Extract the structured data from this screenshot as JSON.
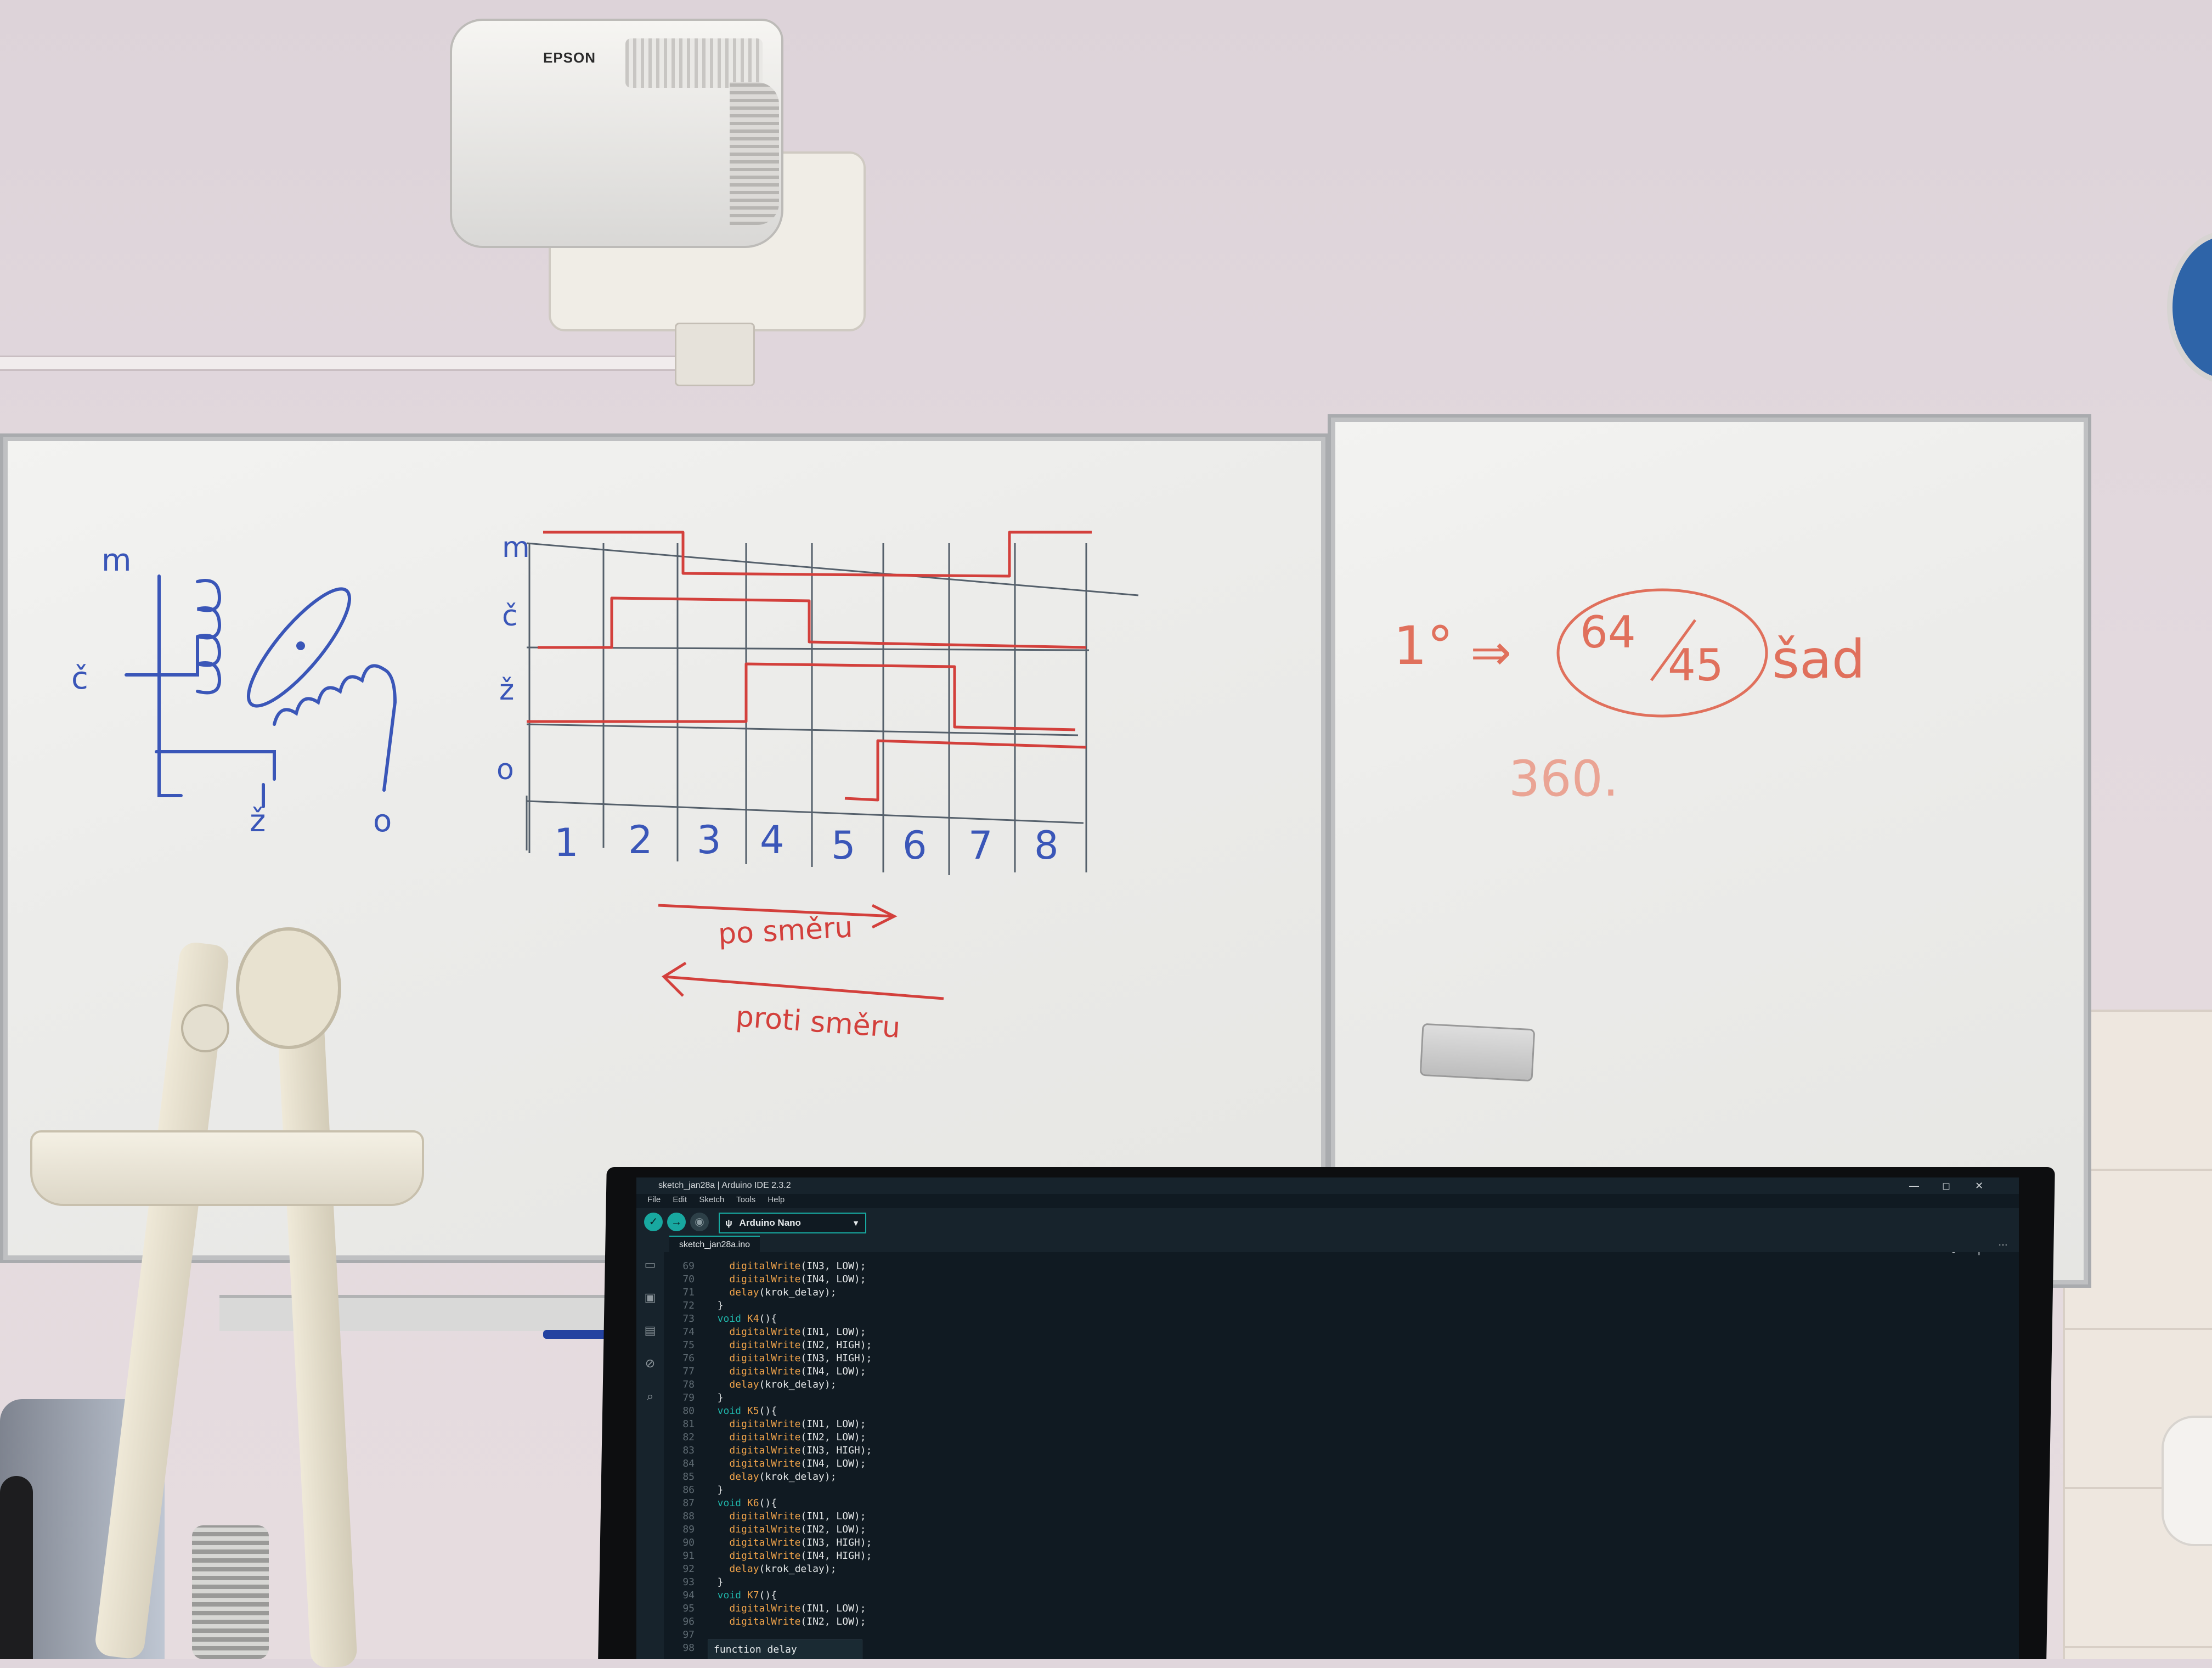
{
  "projector": {
    "brand": "EPSON"
  },
  "whiteboard_left": {
    "coil_labels": [
      "m",
      "č",
      "ž",
      "o"
    ],
    "timing_rows": [
      "m",
      "č",
      "ž",
      "o"
    ],
    "steps": [
      "1",
      "2",
      "3",
      "4",
      "5",
      "6",
      "7",
      "8"
    ],
    "forward_label": "po směru",
    "reverse_label": "proti směru"
  },
  "whiteboard_right": {
    "line1_left": "1°",
    "line1_arrow": "⇒",
    "fraction_numerator": "64",
    "fraction_denominator": "45",
    "unit": "šad",
    "line2": "360."
  },
  "ide": {
    "window_title": "sketch_jan28a | Arduino IDE 2.3.2",
    "menu": [
      "File",
      "Edit",
      "Sketch",
      "Tools",
      "Help"
    ],
    "board": "Arduino Nano",
    "tab": "sketch_jan28a.ino",
    "code_lines": [
      {
        "n": "69",
        "parts": [
          [
            "fn",
            "    digitalWrite"
          ],
          [
            "tx",
            "(IN3, LOW);"
          ]
        ]
      },
      {
        "n": "70",
        "parts": [
          [
            "fn",
            "    digitalWrite"
          ],
          [
            "tx",
            "(IN4, LOW);"
          ]
        ]
      },
      {
        "n": "71",
        "parts": [
          [
            "fn",
            "    delay"
          ],
          [
            "tx",
            "(krok_delay);"
          ]
        ]
      },
      {
        "n": "72",
        "parts": [
          [
            "tx",
            "  }"
          ]
        ]
      },
      {
        "n": "73",
        "parts": [
          [
            "kw",
            "  void "
          ],
          [
            "fn",
            "K4"
          ],
          [
            "tx",
            "(){"
          ]
        ]
      },
      {
        "n": "74",
        "parts": [
          [
            "fn",
            "    digitalWrite"
          ],
          [
            "tx",
            "(IN1, LOW);"
          ]
        ]
      },
      {
        "n": "75",
        "parts": [
          [
            "fn",
            "    digitalWrite"
          ],
          [
            "tx",
            "(IN2, HIGH);"
          ]
        ]
      },
      {
        "n": "76",
        "parts": [
          [
            "fn",
            "    digitalWrite"
          ],
          [
            "tx",
            "(IN3, HIGH);"
          ]
        ]
      },
      {
        "n": "77",
        "parts": [
          [
            "fn",
            "    digitalWrite"
          ],
          [
            "tx",
            "(IN4, LOW);"
          ]
        ]
      },
      {
        "n": "78",
        "parts": [
          [
            "fn",
            "    delay"
          ],
          [
            "tx",
            "(krok_delay);"
          ]
        ]
      },
      {
        "n": "79",
        "parts": [
          [
            "tx",
            "  }"
          ]
        ]
      },
      {
        "n": "80",
        "parts": [
          [
            "kw",
            "  void "
          ],
          [
            "fn",
            "K5"
          ],
          [
            "tx",
            "(){"
          ]
        ]
      },
      {
        "n": "81",
        "parts": [
          [
            "fn",
            "    digitalWrite"
          ],
          [
            "tx",
            "(IN1, LOW);"
          ]
        ]
      },
      {
        "n": "82",
        "parts": [
          [
            "fn",
            "    digitalWrite"
          ],
          [
            "tx",
            "(IN2, LOW);"
          ]
        ]
      },
      {
        "n": "83",
        "parts": [
          [
            "fn",
            "    digitalWrite"
          ],
          [
            "tx",
            "(IN3, HIGH);"
          ]
        ]
      },
      {
        "n": "84",
        "parts": [
          [
            "fn",
            "    digitalWrite"
          ],
          [
            "tx",
            "(IN4, LOW);"
          ]
        ]
      },
      {
        "n": "85",
        "parts": [
          [
            "fn",
            "    delay"
          ],
          [
            "tx",
            "(krok_delay);"
          ]
        ]
      },
      {
        "n": "86",
        "parts": [
          [
            "tx",
            "  }"
          ]
        ]
      },
      {
        "n": "87",
        "parts": [
          [
            "kw",
            "  void "
          ],
          [
            "fn",
            "K6"
          ],
          [
            "tx",
            "(){"
          ]
        ]
      },
      {
        "n": "88",
        "parts": [
          [
            "fn",
            "    digitalWrite"
          ],
          [
            "tx",
            "(IN1, LOW);"
          ]
        ]
      },
      {
        "n": "89",
        "parts": [
          [
            "fn",
            "    digitalWrite"
          ],
          [
            "tx",
            "(IN2, LOW);"
          ]
        ]
      },
      {
        "n": "90",
        "parts": [
          [
            "fn",
            "    digitalWrite"
          ],
          [
            "tx",
            "(IN3, HIGH);"
          ]
        ]
      },
      {
        "n": "91",
        "parts": [
          [
            "fn",
            "    digitalWrite"
          ],
          [
            "tx",
            "(IN4, HIGH);"
          ]
        ]
      },
      {
        "n": "92",
        "parts": [
          [
            "fn",
            "    delay"
          ],
          [
            "tx",
            "(krok_delay);"
          ]
        ]
      },
      {
        "n": "93",
        "parts": [
          [
            "tx",
            "  }"
          ]
        ]
      },
      {
        "n": "94",
        "parts": [
          [
            "kw",
            "  void "
          ],
          [
            "fn",
            "K7"
          ],
          [
            "tx",
            "(){"
          ]
        ]
      },
      {
        "n": "95",
        "parts": [
          [
            "fn",
            "    digitalWrite"
          ],
          [
            "tx",
            "(IN1, LOW);"
          ]
        ]
      },
      {
        "n": "96",
        "parts": [
          [
            "fn",
            "    digitalWrite"
          ],
          [
            "tx",
            "(IN2, LOW);"
          ]
        ]
      },
      {
        "n": "97",
        "parts": [
          [
            "tx",
            ""
          ]
        ]
      },
      {
        "n": "98",
        "parts": [
          [
            "tx",
            ""
          ]
        ]
      }
    ],
    "tooltip": "function delay",
    "colors": {
      "accent": "#17a9a1",
      "keyword": "#1fb3a8",
      "function": "#f0a34a",
      "background": "#101a22"
    }
  }
}
